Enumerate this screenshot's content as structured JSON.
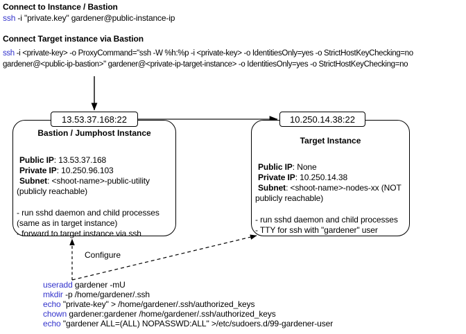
{
  "header": {
    "section1_title": "Connect to Instance / Bastion",
    "section1_cmd_kw": "ssh",
    "section1_cmd_rest": " -i \"private.key\" gardener@public-instance-ip",
    "section2_title": "Connect Target instance via Bastion",
    "section2_cmd_kw": "ssh",
    "section2_cmd_line1": " -i <private-key> -o ProxyCommand=\"ssh -W %h:%p -i <private-key> -o IdentitiesOnly=yes -o StrictHostKeyChecking=no",
    "section2_cmd_line2": "gardener@<public-ip-bastion>\" gardener@<private-ip-target-instance> -o IdentitiesOnly=yes -o StrictHostKeyChecking=no"
  },
  "endpoints": {
    "bastion_endpoint": "13.53.37.168:22",
    "target_endpoint": "10.250.14.38:22"
  },
  "bastion": {
    "title": "Bastion / Jumphost Instance",
    "public_ip_label": "Public IP",
    "public_ip_value": ": 13.53.37.168",
    "private_ip_label": "Private IP",
    "private_ip_value": ": 10.250.96.103",
    "subnet_label": "Subnet",
    "subnet_value": ": <shoot-name>-public-utility",
    "subnet_note": "(publicly reachable)",
    "bullet1": "- run sshd daemon and child processes",
    "bullet1_note": "(same as in target instance)",
    "bullet2": "- forward to target instance via ssh"
  },
  "target": {
    "title": "Target Instance",
    "public_ip_label": "Public IP",
    "public_ip_value": ": None",
    "private_ip_label": "Private IP",
    "private_ip_value": ": 10.250.14.38",
    "subnet_label": "Subnet",
    "subnet_value": ": <shoot-name>-nodes-xx (NOT",
    "subnet_note": "publicly reachable)",
    "bullet1": "- run sshd daemon and child processes",
    "bullet2": "- TTY for ssh with \"gardener\" user"
  },
  "connectors": {
    "configure_label": "Configure"
  },
  "script": {
    "lines": [
      {
        "kw": "useradd",
        "rest": " gardener -mU"
      },
      {
        "kw": "mkdir",
        "rest": " -p /home/gardener/.ssh"
      },
      {
        "kw": "echo",
        "rest": " \"private-key\" > /home/gardener/.ssh/authorized_keys"
      },
      {
        "kw": "chown",
        "rest": " gardener:gardener /home/gardener/.ssh/authorized_keys"
      },
      {
        "kw": "echo",
        "rest": " \"gardener ALL=(ALL) NOPASSWD:ALL\" >/etc/sudoers.d/99-gardener-user"
      }
    ]
  },
  "colors": {
    "keyword_blue": "#3333cc",
    "stroke_black": "#000000",
    "background": "#ffffff"
  }
}
